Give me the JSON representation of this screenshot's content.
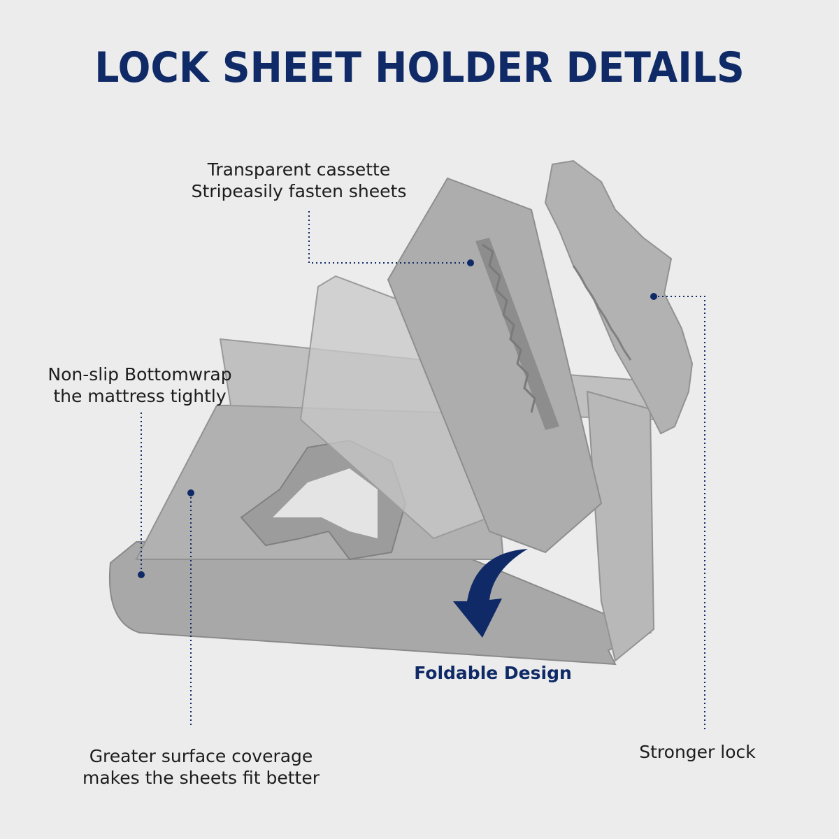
{
  "title": "LOCK SHEET HOLDER DETAILS",
  "callouts": {
    "cassette": {
      "line1": "Transparent cassette",
      "line2": "Stripeasily fasten sheets"
    },
    "bottom": {
      "line1": "Non-slip Bottomwrap",
      "line2": "the mattress tightly"
    },
    "coverage": {
      "line1": "Greater surface coverage",
      "line2": "makes the sheets fit better"
    },
    "lock": {
      "line1": "Stronger lock"
    },
    "foldable": "Foldable Design"
  },
  "colors": {
    "title": "#0f2a66",
    "accent": "#0f2a66",
    "background": "#ececec",
    "product": "#a3a3a3"
  },
  "icons": [
    "fold-arrow-icon"
  ]
}
